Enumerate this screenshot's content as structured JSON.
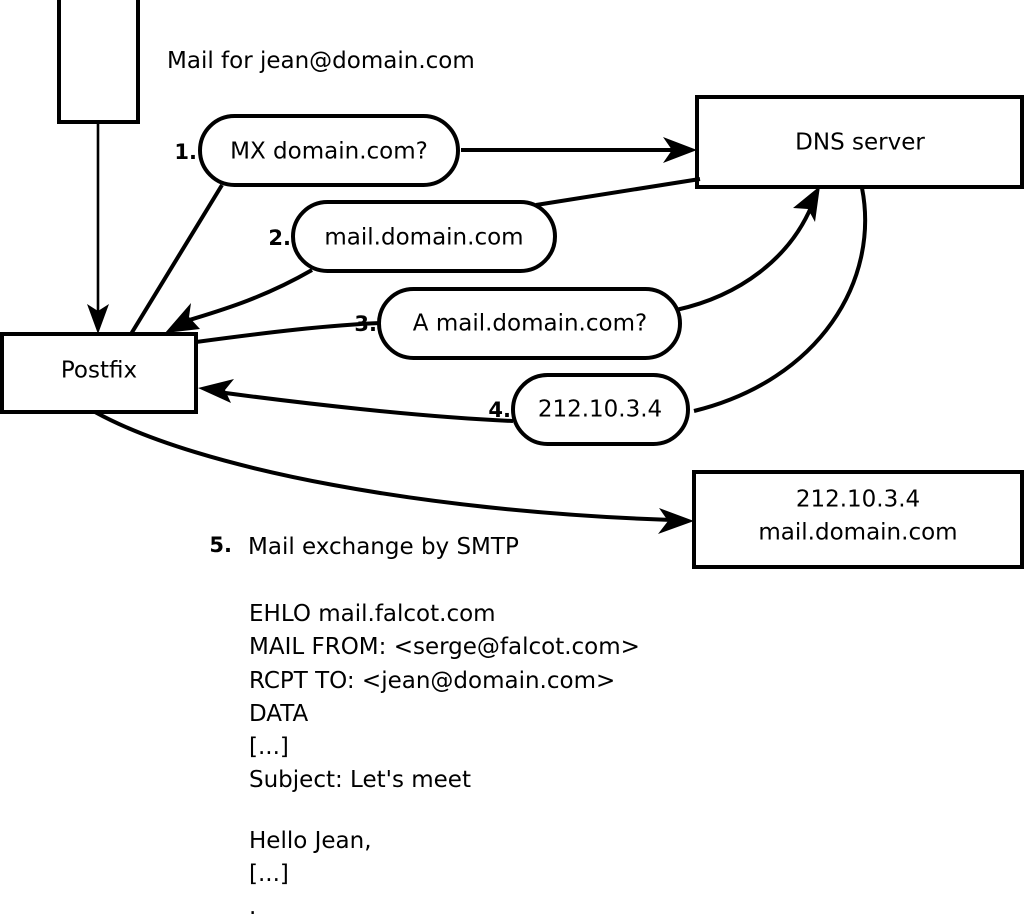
{
  "diagram": {
    "title_note": "Mail for jean@domain.com",
    "nodes": {
      "source_box": {
        "label": ""
      },
      "postfix": {
        "label": "Postfix"
      },
      "dns_server": {
        "label": "DNS server"
      },
      "destination": {
        "line1": "212.10.3.4",
        "line2": "mail.domain.com"
      }
    },
    "steps": [
      {
        "number": "1.",
        "label": "MX domain.com?"
      },
      {
        "number": "2.",
        "label": "mail.domain.com"
      },
      {
        "number": "3.",
        "label": "A mail.domain.com?"
      },
      {
        "number": "4.",
        "label": "212.10.3.4"
      }
    ],
    "step5": {
      "number": "5.",
      "label": "Mail exchange by SMTP"
    },
    "transcript": [
      "EHLO mail.falcot.com",
      "MAIL FROM: <serge@falcot.com>",
      "RCPT TO: <jean@domain.com>",
      "DATA",
      "[...]",
      "Subject: Let's meet",
      "",
      "Hello Jean,",
      "[...]",
      "."
    ],
    "colors": {
      "stroke": "#000000",
      "fill": "#ffffff",
      "text": "#000000"
    }
  }
}
